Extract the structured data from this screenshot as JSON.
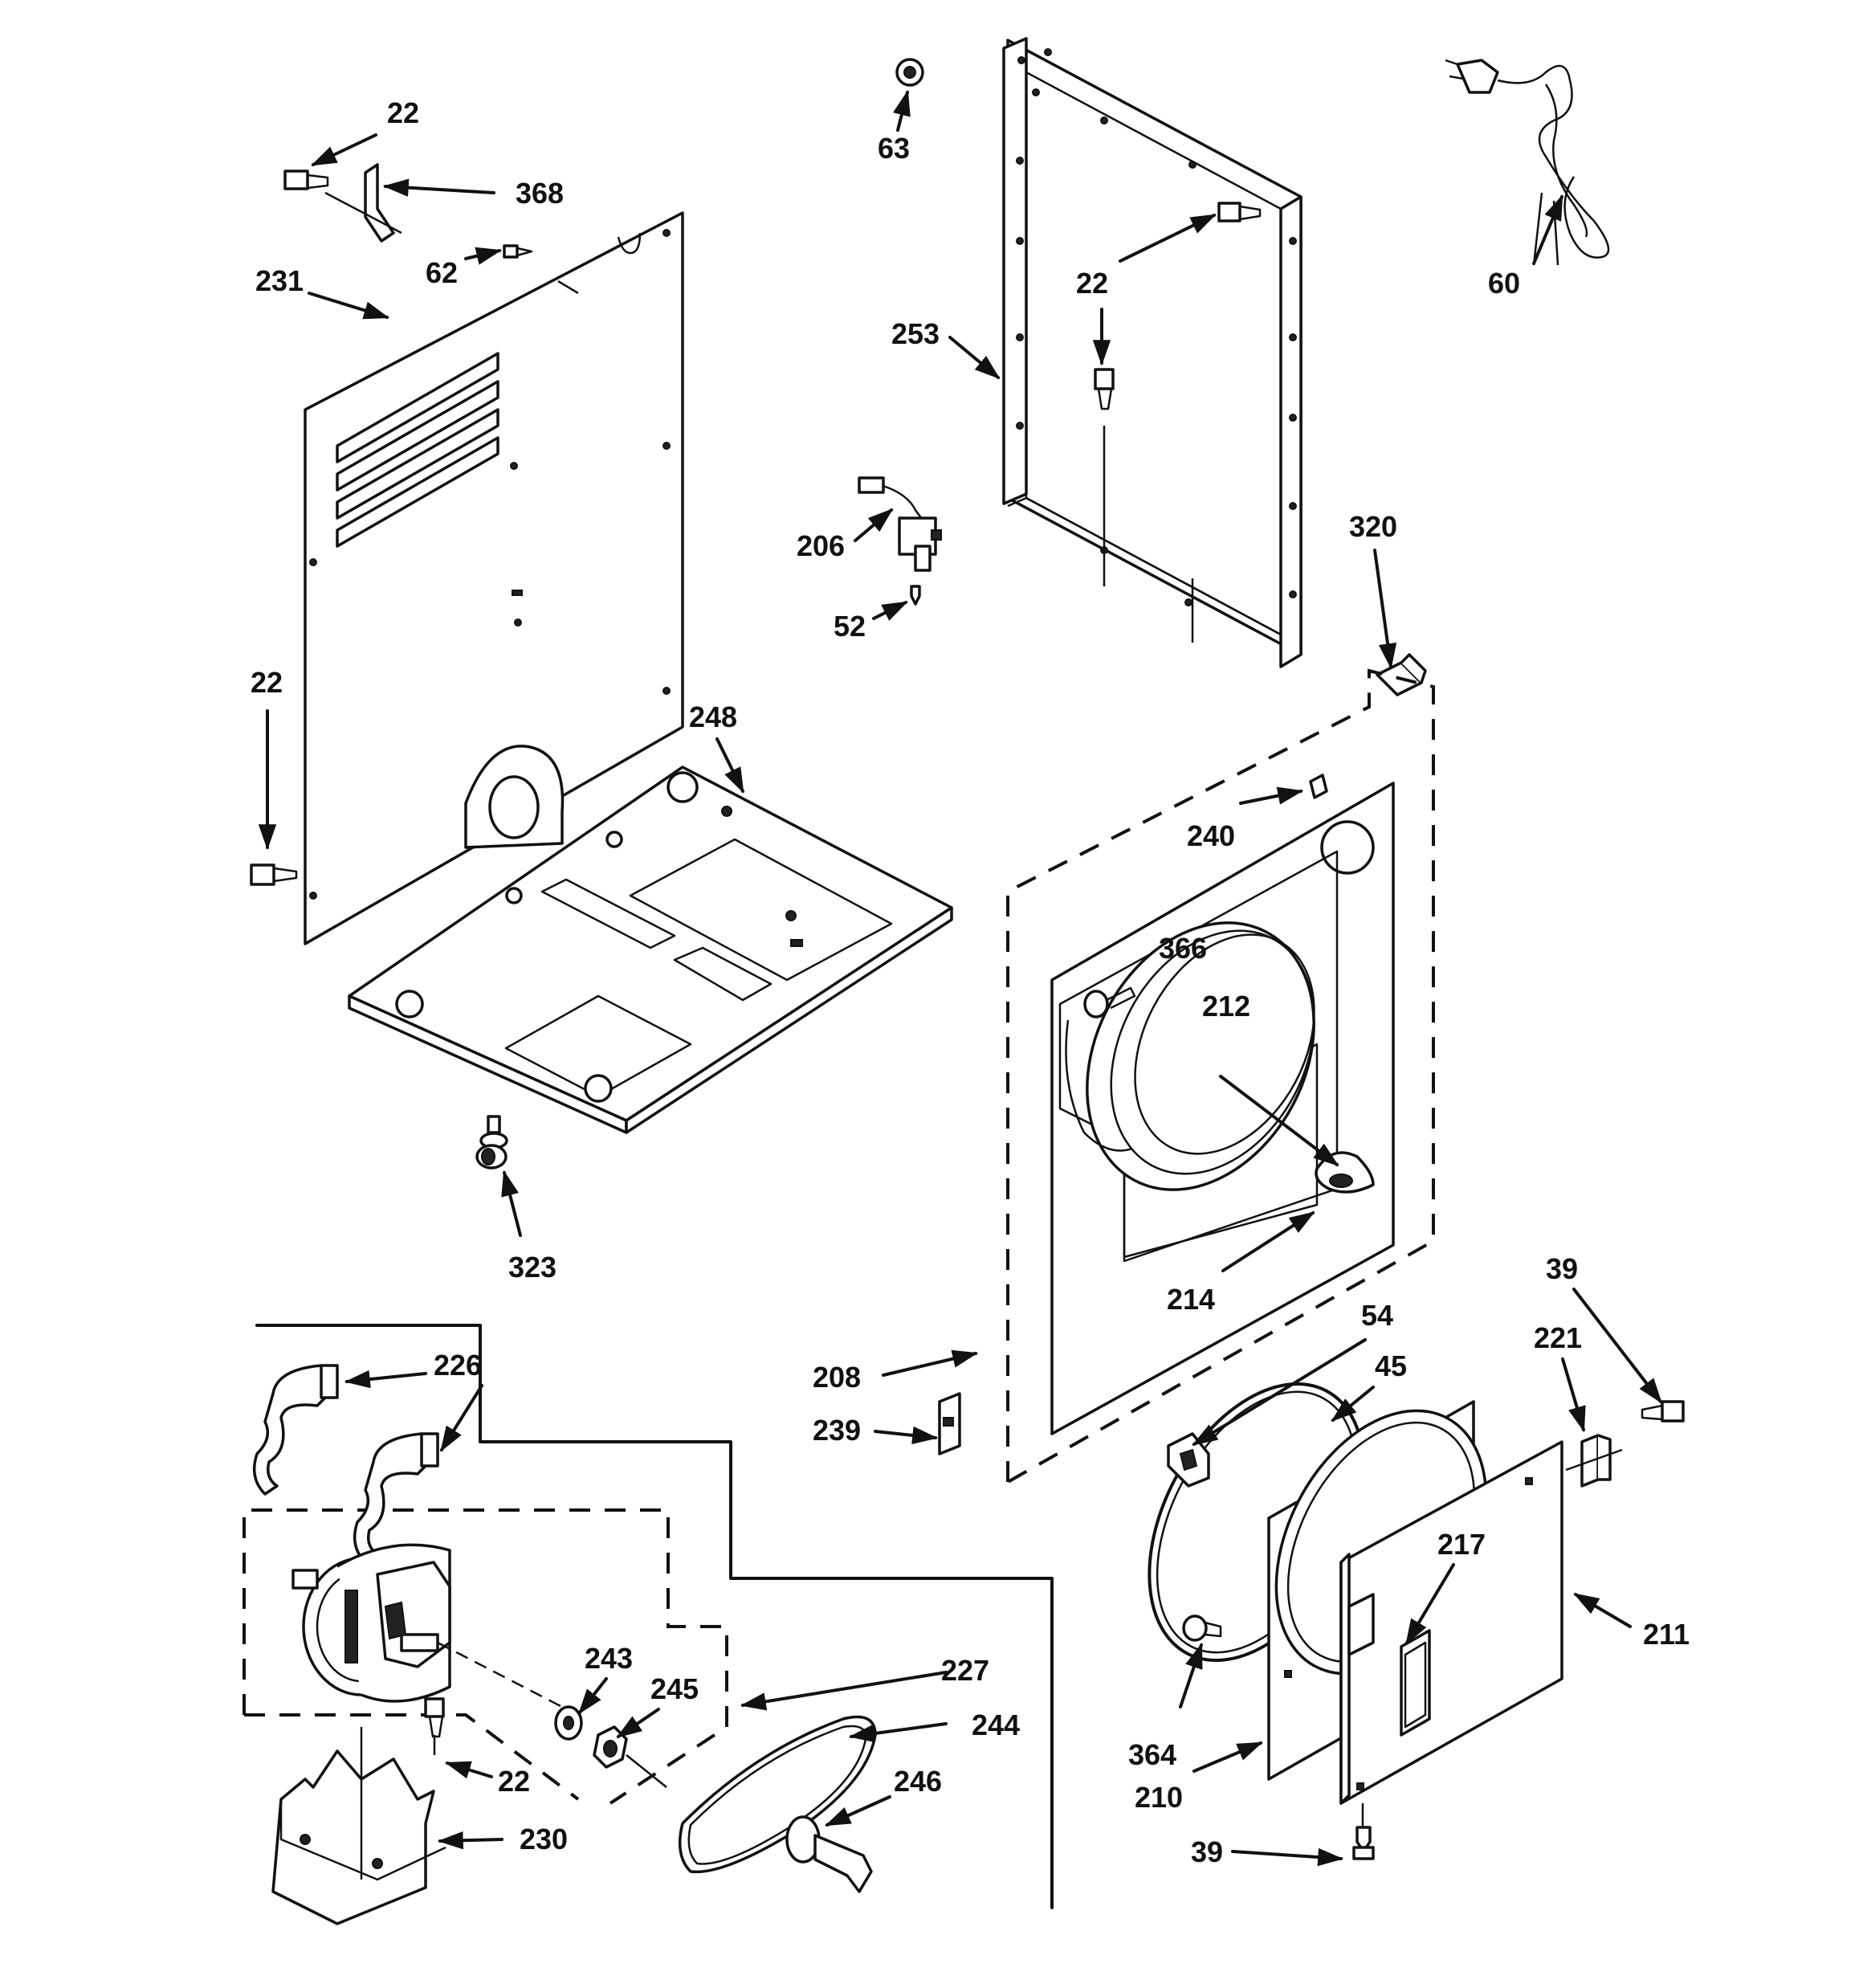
{
  "diagram": {
    "labels": {
      "p22a": "22",
      "p368": "368",
      "p62": "62",
      "p231": "231",
      "p22b": "22",
      "p248": "248",
      "p323": "323",
      "p63": "63",
      "p22c": "22",
      "p253": "253",
      "p206": "206",
      "p52": "52",
      "p60": "60",
      "p320": "320",
      "p240": "240",
      "p366": "366",
      "p212": "212",
      "p214": "214",
      "p208": "208",
      "p239": "239",
      "p226": "226",
      "p243": "243",
      "p245": "245",
      "p227": "227",
      "p244": "244",
      "p246": "246",
      "p22d": "22",
      "p230": "230",
      "p54": "54",
      "p45": "45",
      "p39a": "39",
      "p221": "221",
      "p217": "217",
      "p211": "211",
      "p364": "364",
      "p210": "210",
      "p39b": "39"
    }
  }
}
